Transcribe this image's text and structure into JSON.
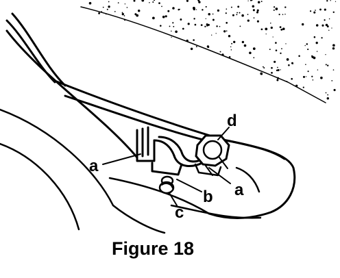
{
  "labels": {
    "a_left": "a",
    "a_right": "a",
    "b": "b",
    "c": "c",
    "d": "d"
  },
  "caption": "Figure 18",
  "colors": {
    "ink": "#000000",
    "paper": "#ffffff"
  }
}
